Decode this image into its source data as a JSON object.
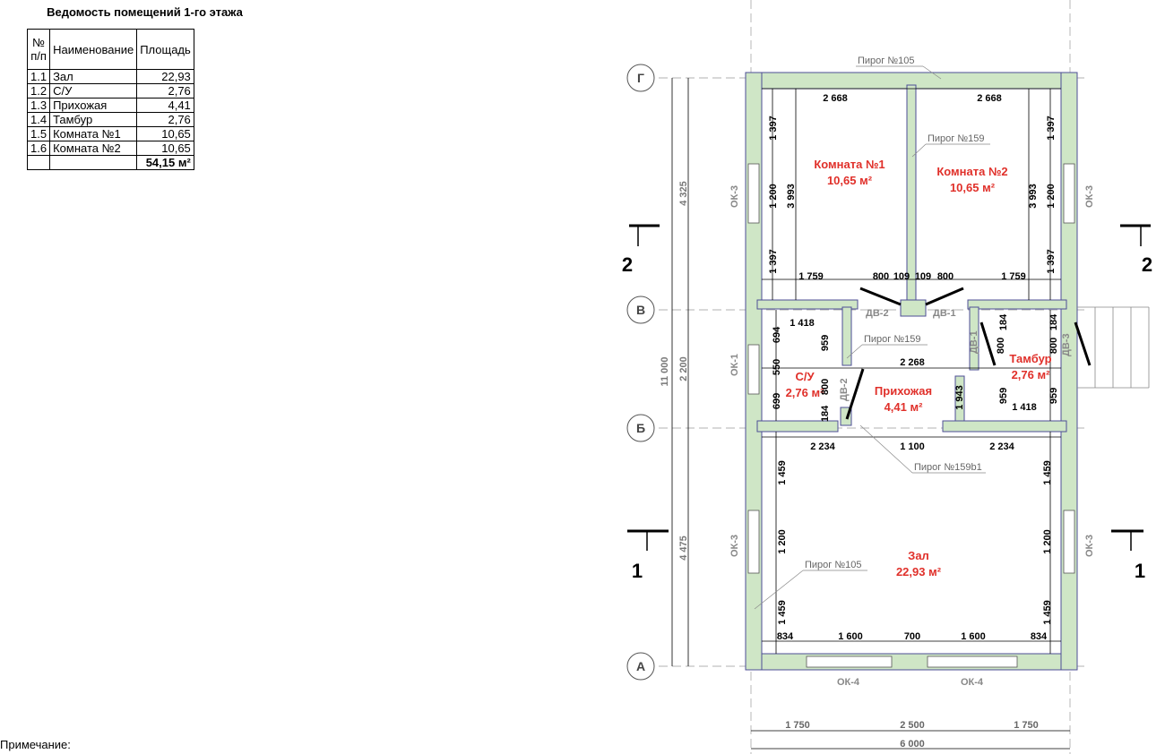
{
  "schedule": {
    "title": "Ведомость помещений 1-го этажа",
    "headers": [
      "№ п/п",
      "Наименование",
      "Площадь"
    ],
    "rows": [
      {
        "num": "1.1",
        "name": "Зал",
        "area": "22,93"
      },
      {
        "num": "1.2",
        "name": "С/У",
        "area": "2,76"
      },
      {
        "num": "1.3",
        "name": "Прихожая",
        "area": "4,41"
      },
      {
        "num": "1.4",
        "name": "Тамбур",
        "area": "2,76"
      },
      {
        "num": "1.5",
        "name": "Комната №1",
        "area": "10,65"
      },
      {
        "num": "1.6",
        "name": "Комната №2",
        "area": "10,65"
      }
    ],
    "total": "54,15 м²"
  },
  "note": "Примечание:",
  "plan": {
    "axes": {
      "g": "Г",
      "v": "В",
      "b": "Б",
      "a": "А"
    },
    "sections": {
      "s2": "2",
      "s1": "1"
    },
    "rooms": {
      "room1_name": "Комната №1",
      "room1_area": "10,65 м²",
      "room2_name": "Комната №2",
      "room2_area": "10,65 м²",
      "su_name": "С/У",
      "su_area": "2,76 м²",
      "hall_name": "Прихожая",
      "hall_area": "4,41 м²",
      "tambur_name": "Тамбур",
      "tambur_area": "2,76 м²",
      "zal_name": "Зал",
      "zal_area": "22,93 м²"
    },
    "leaders": {
      "p105_top": "Пирог №105",
      "p159_a": "Пирог №159",
      "p159_b": "Пирог №159",
      "p159b1": "Пирог №159b1",
      "p105_mid": "Пирог №105"
    },
    "tags": {
      "dv2_a": "ДВ-2",
      "dv1_a": "ДВ-1",
      "dv2_b": "ДВ-2",
      "dv1_b": "ДВ-1",
      "dv3": "ДВ-3",
      "ok3_ul": "ОК-3",
      "ok3_ur": "ОК-3",
      "ok1": "ОК-1",
      "ok3_ll": "ОК-3",
      "ok3_lr": "ОК-3",
      "ok4_l": "ОК-4",
      "ok4_r": "ОК-4"
    },
    "dims": {
      "d2668a": "2 668",
      "d2668b": "2 668",
      "d1397a": "1 397",
      "d1200a": "1 200",
      "d1397b": "1 397",
      "d3993a": "3 993",
      "d1397c": "1 397",
      "d1200b": "1 200",
      "d1397d": "1 397",
      "d3993b": "3 993",
      "d1759a": "1 759",
      "d800a": "800",
      "d109a": "109",
      "d109b": "109",
      "d800b": "800",
      "d1759b": "1 759",
      "d1418a": "1 418",
      "d694": "694",
      "d550": "550",
      "d699": "699",
      "d959a": "959",
      "d800c": "800",
      "d184a": "184",
      "d2268": "2 268",
      "d1943": "1 943",
      "d184b": "184",
      "d184c": "184",
      "d800d": "800",
      "d800e": "800",
      "d959b": "959",
      "d959c": "959",
      "d1418b": "1 418",
      "d2234a": "2 234",
      "d1100": "1 100",
      "d2234b": "2 234",
      "d1459a": "1 459",
      "d1200c": "1 200",
      "d1459b": "1 459",
      "d1459c": "1 459",
      "d1200d": "1 200",
      "d1459d": "1 459",
      "d834a": "834",
      "d1600a": "1 600",
      "d700": "700",
      "d1600b": "1 600",
      "d834b": "834",
      "d4325": "4 325",
      "d2200": "2 200",
      "d4475": "4 475",
      "d11000": "11 000",
      "d1750a": "1 750",
      "d2500": "2 500",
      "d1750b": "1 750",
      "d6000": "6 000"
    }
  }
}
